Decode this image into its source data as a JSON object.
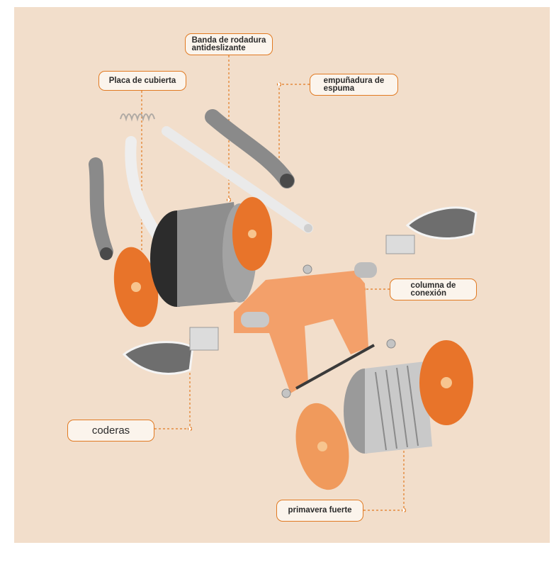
{
  "labels": {
    "cover_plate": "Placa de cubierta",
    "tread": "Banda de rodadura\nantideslizante",
    "foam_grip": "empuñadura de\nespuma",
    "connecting_column": "columna de\nconexión",
    "elbow_pads": "coderas",
    "strong_spring": "primavera fuerte"
  },
  "colors": {
    "background": "#f2decb",
    "accent": "#e17a22",
    "callout_fill": "#fbf4ec",
    "part_orange": "#e8742a",
    "part_grey": "#8e8e8e"
  }
}
